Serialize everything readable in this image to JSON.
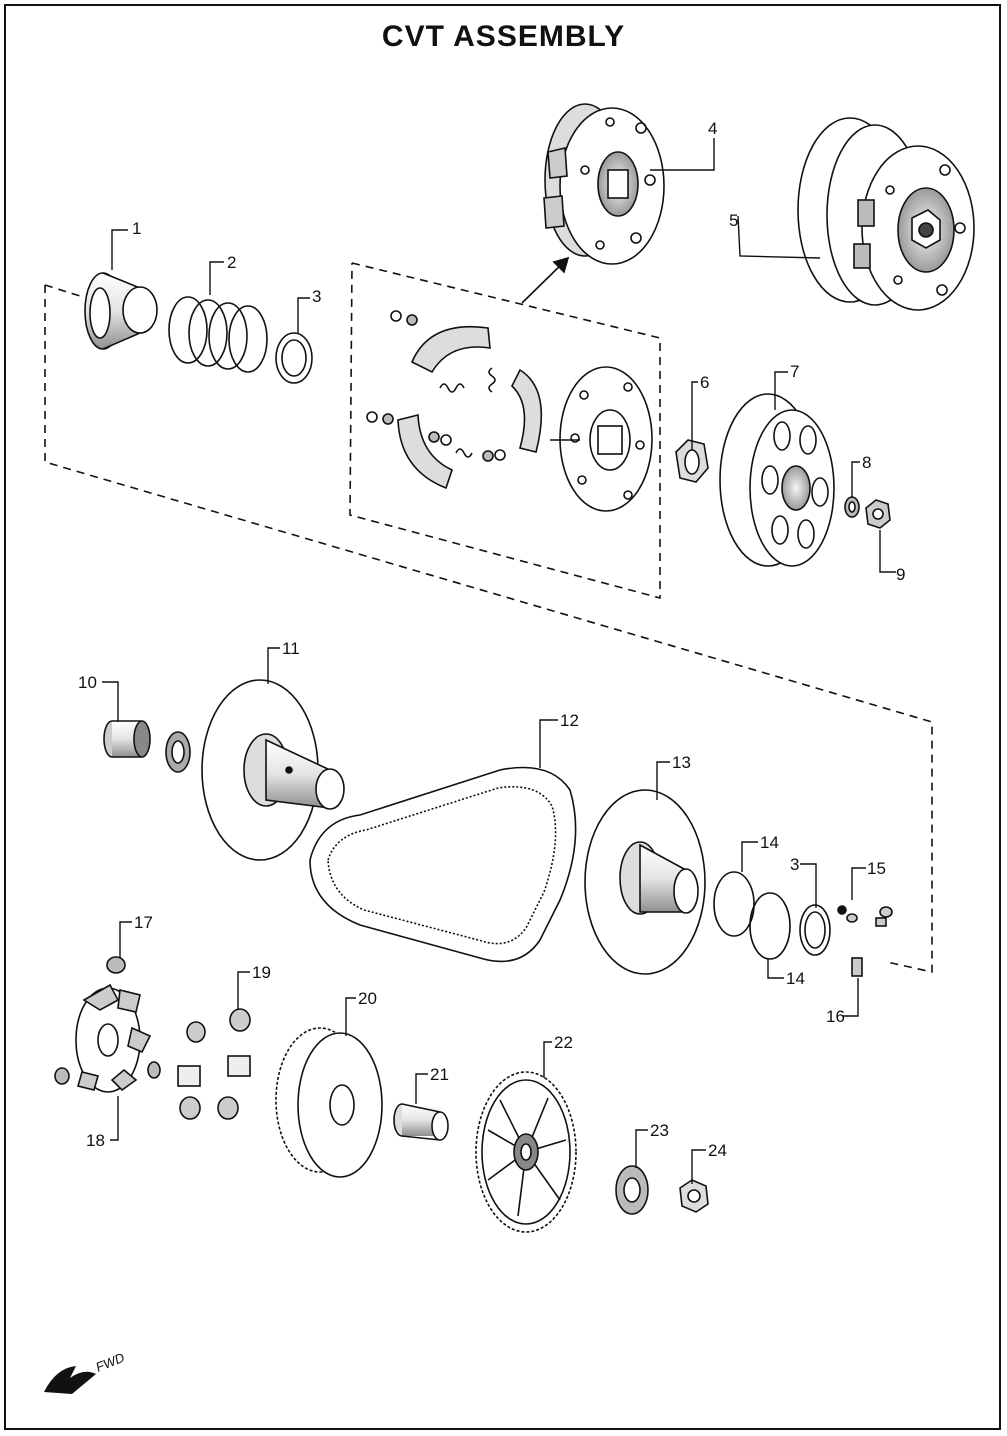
{
  "diagram": {
    "title": "CVT  ASSEMBLY",
    "direction_indicator": "FWD"
  },
  "callouts": [
    {
      "id": "c1",
      "label": "1"
    },
    {
      "id": "c2",
      "label": "2"
    },
    {
      "id": "c3a",
      "label": "3"
    },
    {
      "id": "c4",
      "label": "4"
    },
    {
      "id": "c5",
      "label": "5"
    },
    {
      "id": "c6",
      "label": "6"
    },
    {
      "id": "c7",
      "label": "7"
    },
    {
      "id": "c8",
      "label": "8"
    },
    {
      "id": "c9",
      "label": "9"
    },
    {
      "id": "c10",
      "label": "10"
    },
    {
      "id": "c11",
      "label": "11"
    },
    {
      "id": "c12",
      "label": "12"
    },
    {
      "id": "c13",
      "label": "13"
    },
    {
      "id": "c14a",
      "label": "14"
    },
    {
      "id": "c3b",
      "label": "3"
    },
    {
      "id": "c15",
      "label": "15"
    },
    {
      "id": "c14b",
      "label": "14"
    },
    {
      "id": "c16",
      "label": "16"
    },
    {
      "id": "c17",
      "label": "17"
    },
    {
      "id": "c19",
      "label": "19"
    },
    {
      "id": "c20",
      "label": "20"
    },
    {
      "id": "c18",
      "label": "18"
    },
    {
      "id": "c21",
      "label": "21"
    },
    {
      "id": "c22",
      "label": "22"
    },
    {
      "id": "c23",
      "label": "23"
    },
    {
      "id": "c24",
      "label": "24"
    }
  ],
  "colors": {
    "line": "#111111",
    "fill": "#ffffff",
    "shade": "#bdbdbd",
    "dark": "#555555"
  }
}
